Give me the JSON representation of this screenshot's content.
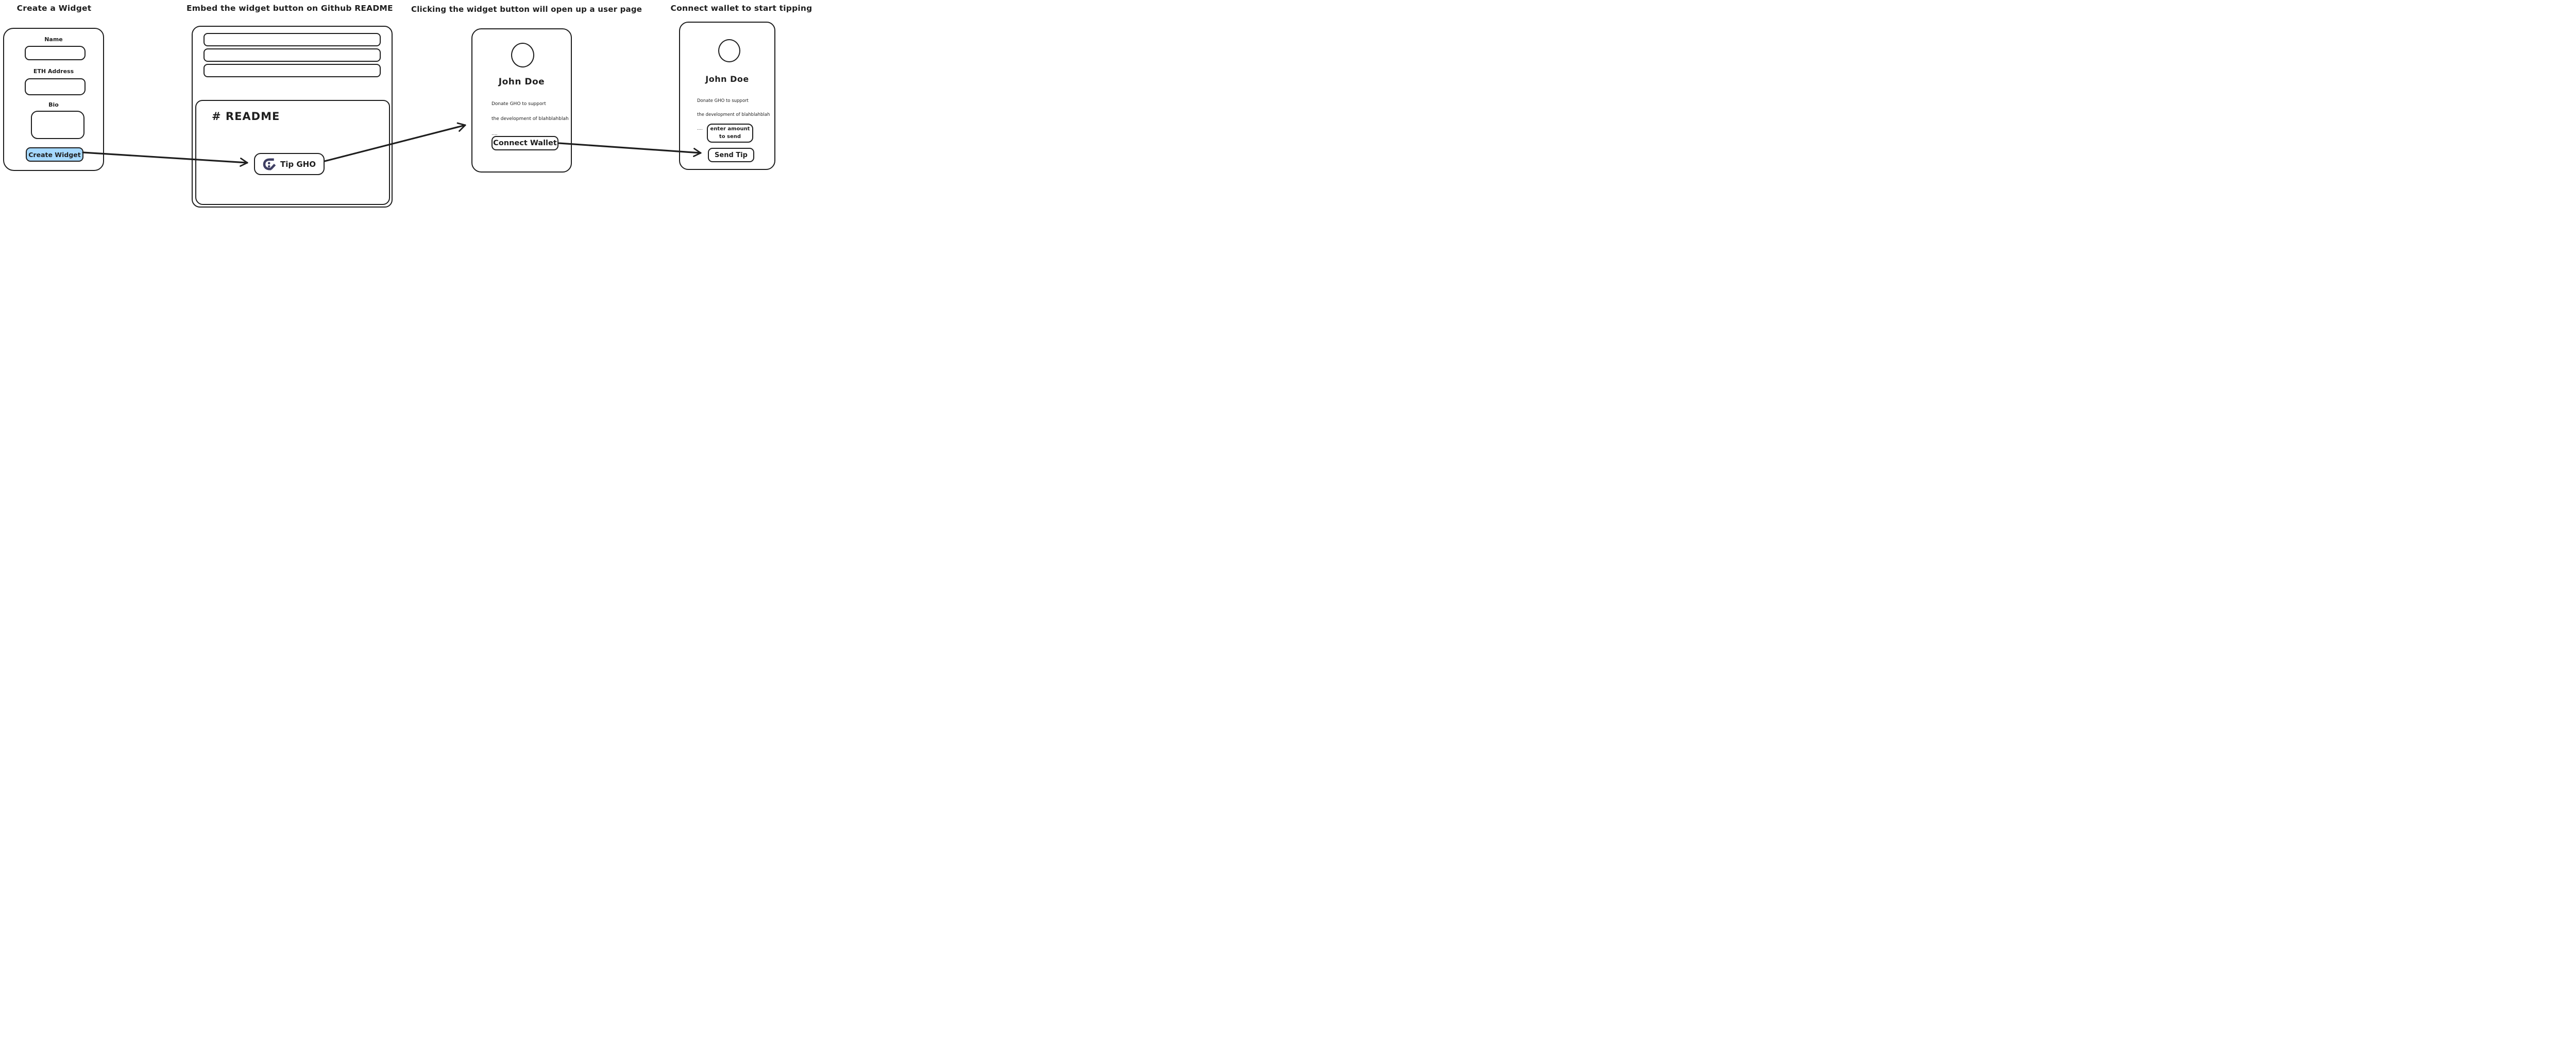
{
  "colors": {
    "ink": "#1e1e1e",
    "accent_blue": "#a5d8ff",
    "logo_navy": "#3f3f63",
    "background": "#ffffff"
  },
  "titles": {
    "step1": "Create a Widget",
    "step2": "Embed the widget button on Github README",
    "step3": "Clicking the widget button will open up a user page",
    "step4": "Connect wallet to start tipping"
  },
  "create_widget_form": {
    "name_label": "Name",
    "eth_label": "ETH Address",
    "bio_label": "Bio",
    "submit_label": "Create Widget"
  },
  "github_readme": {
    "heading": "# README",
    "tip_button_label": "Tip GHO",
    "logo_icon": "gho-logo",
    "placeholder_bar_count": 3
  },
  "user_page": {
    "name": "John Doe",
    "bio_lines": [
      "Donate GHO to support",
      "the development of blahblahblah",
      "...."
    ],
    "connect_button_label": "Connect Wallet"
  },
  "tipping_page": {
    "name": "John Doe",
    "bio_lines": [
      "Donate GHO to support",
      "the development of blahblahblah",
      "...."
    ],
    "amount_line1": "enter amount",
    "amount_line2": "to send",
    "send_button_label": "Send Tip"
  }
}
